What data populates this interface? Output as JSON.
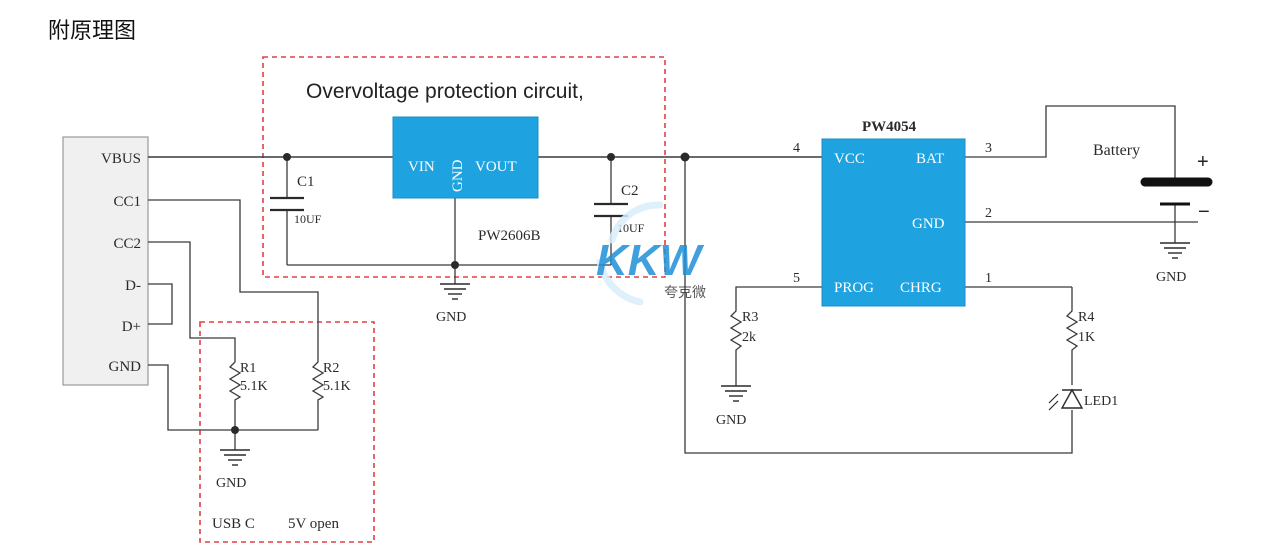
{
  "title": "附原理图",
  "ovp_label": "Overvoltage protection circuit,",
  "connector_pins": [
    "VBUS",
    "CC1",
    "CC2",
    "D-",
    "D+",
    "GND"
  ],
  "regulator": {
    "vin": "VIN",
    "gnd": "GND",
    "vout": "VOUT",
    "part": "PW2606B"
  },
  "c1": {
    "ref": "C1",
    "value": "10UF"
  },
  "c2": {
    "ref": "C2",
    "value": "10UF"
  },
  "charger": {
    "part": "PW4054",
    "vcc": "VCC",
    "bat": "BAT",
    "gnd": "GND",
    "prog": "PROG",
    "chrg": "CHRG",
    "pin_vcc": "4",
    "pin_bat": "3",
    "pin_gnd": "2",
    "pin_prog": "5",
    "pin_chrg": "1"
  },
  "battery": {
    "label": "Battery",
    "plus": "+",
    "minus": "−"
  },
  "r1": {
    "ref": "R1",
    "value": "5.1K"
  },
  "r2": {
    "ref": "R2",
    "value": "5.1K"
  },
  "r3": {
    "ref": "R3",
    "value": "2k"
  },
  "r4": {
    "ref": "R4",
    "value": "1K"
  },
  "led": {
    "ref": "LED1"
  },
  "gnd_label": "GND",
  "usbc_box": {
    "left": "USB C",
    "right": "5V open"
  },
  "watermark": {
    "logo": "KKW",
    "text": "夸克微"
  },
  "colors": {
    "chip": "#1ea3e0",
    "dashed_box": "#e04040",
    "wire": "#3a3a3a",
    "watermark": "#1e90d8"
  }
}
